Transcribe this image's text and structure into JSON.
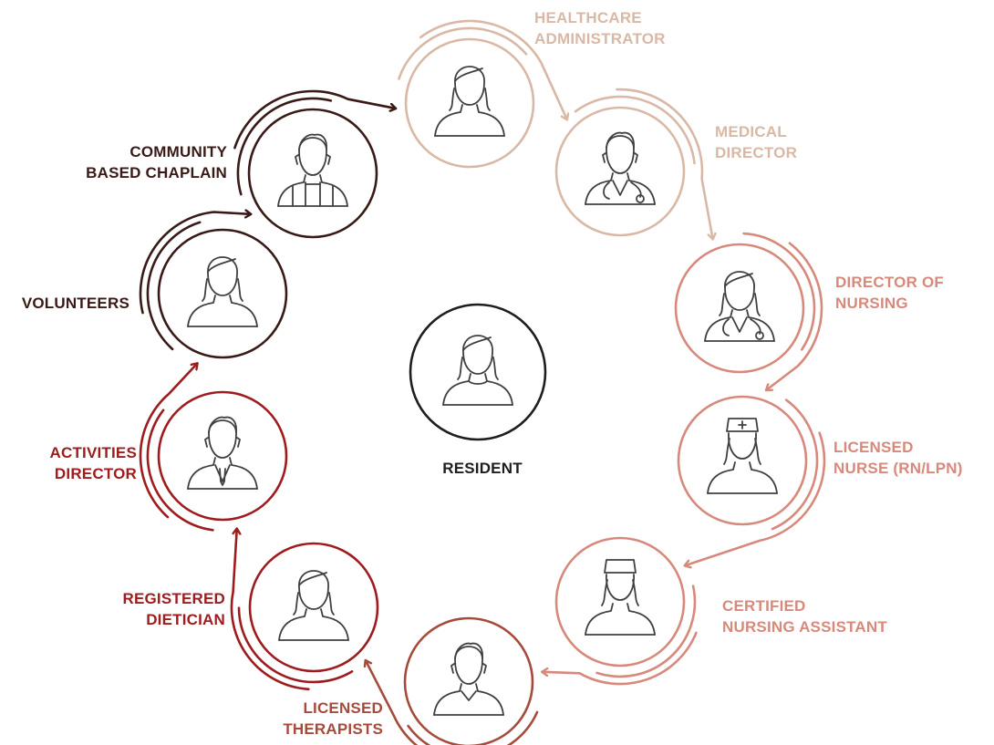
{
  "colors": {
    "tan": "#d9b8a6",
    "salmon": "#d7897b",
    "rust": "#a64b3c",
    "crimson": "#9e1c1e",
    "maroon": "#3a1a17",
    "icon": "#404040"
  },
  "center": {
    "label": "RESIDENT",
    "icon": "person-icon"
  },
  "roles": [
    {
      "id": "healthcare-administrator",
      "lines": [
        "HEALTHCARE",
        "ADMINISTRATOR"
      ],
      "icon": "woman-icon"
    },
    {
      "id": "medical-director",
      "lines": [
        "MEDICAL",
        "DIRECTOR"
      ],
      "icon": "doctor-stethoscope-icon"
    },
    {
      "id": "director-of-nursing",
      "lines": [
        "DIRECTOR OF",
        "NURSING"
      ],
      "icon": "woman-stethoscope-icon"
    },
    {
      "id": "licensed-nurse",
      "lines": [
        "LICENSED",
        "NURSE (RN/LPN)"
      ],
      "icon": "nurse-cap-cross-icon"
    },
    {
      "id": "certified-nursing-assistant",
      "lines": [
        "CERTIFIED",
        "NURSING ASSISTANT"
      ],
      "icon": "nurse-cap-icon"
    },
    {
      "id": "licensed-therapists",
      "lines": [
        "LICENSED",
        "THERAPISTS"
      ],
      "icon": "man-icon"
    },
    {
      "id": "registered-dietician",
      "lines": [
        "REGISTERED",
        "DIETICIAN"
      ],
      "icon": "woman-icon"
    },
    {
      "id": "activities-director",
      "lines": [
        "ACTIVITIES",
        "DIRECTOR"
      ],
      "icon": "man-tie-icon"
    },
    {
      "id": "volunteers",
      "lines": [
        "VOLUNTEERS"
      ],
      "icon": "woman-icon"
    },
    {
      "id": "community-based-chaplain",
      "lines": [
        "COMMUNITY",
        "BASED CHAPLAIN"
      ],
      "icon": "chaplain-icon"
    }
  ]
}
